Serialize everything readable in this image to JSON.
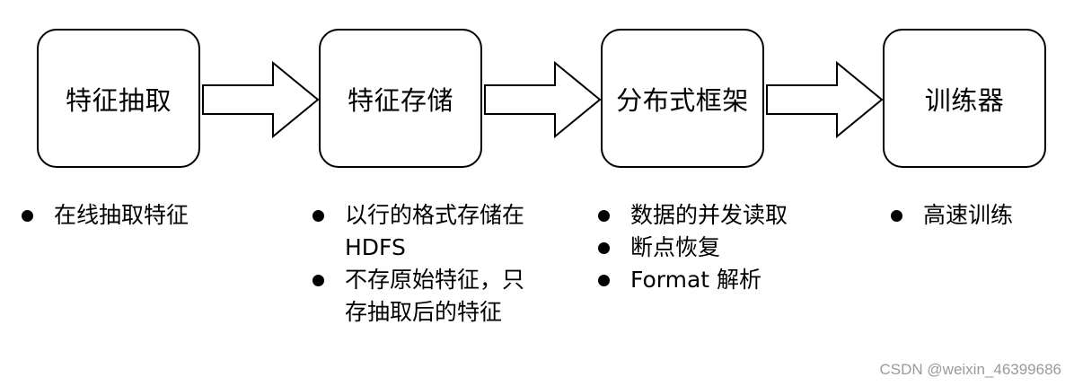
{
  "stages": [
    {
      "label": "特征抽取",
      "notes": [
        "在线抽取特征"
      ]
    },
    {
      "label": "特征存储",
      "notes": [
        "以行的格式存储在 HDFS",
        "不存原始特征，只存抽取后的特征"
      ]
    },
    {
      "label": "分布式框架",
      "notes": [
        "数据的并发读取",
        "断点恢复",
        "Format 解析"
      ]
    },
    {
      "label": "训练器",
      "notes": [
        "高速训练"
      ]
    }
  ],
  "watermark": "CSDN @weixin_46399686",
  "colors": {
    "stroke": "#000000",
    "background": "#ffffff",
    "watermark": "#9a9a9a"
  }
}
